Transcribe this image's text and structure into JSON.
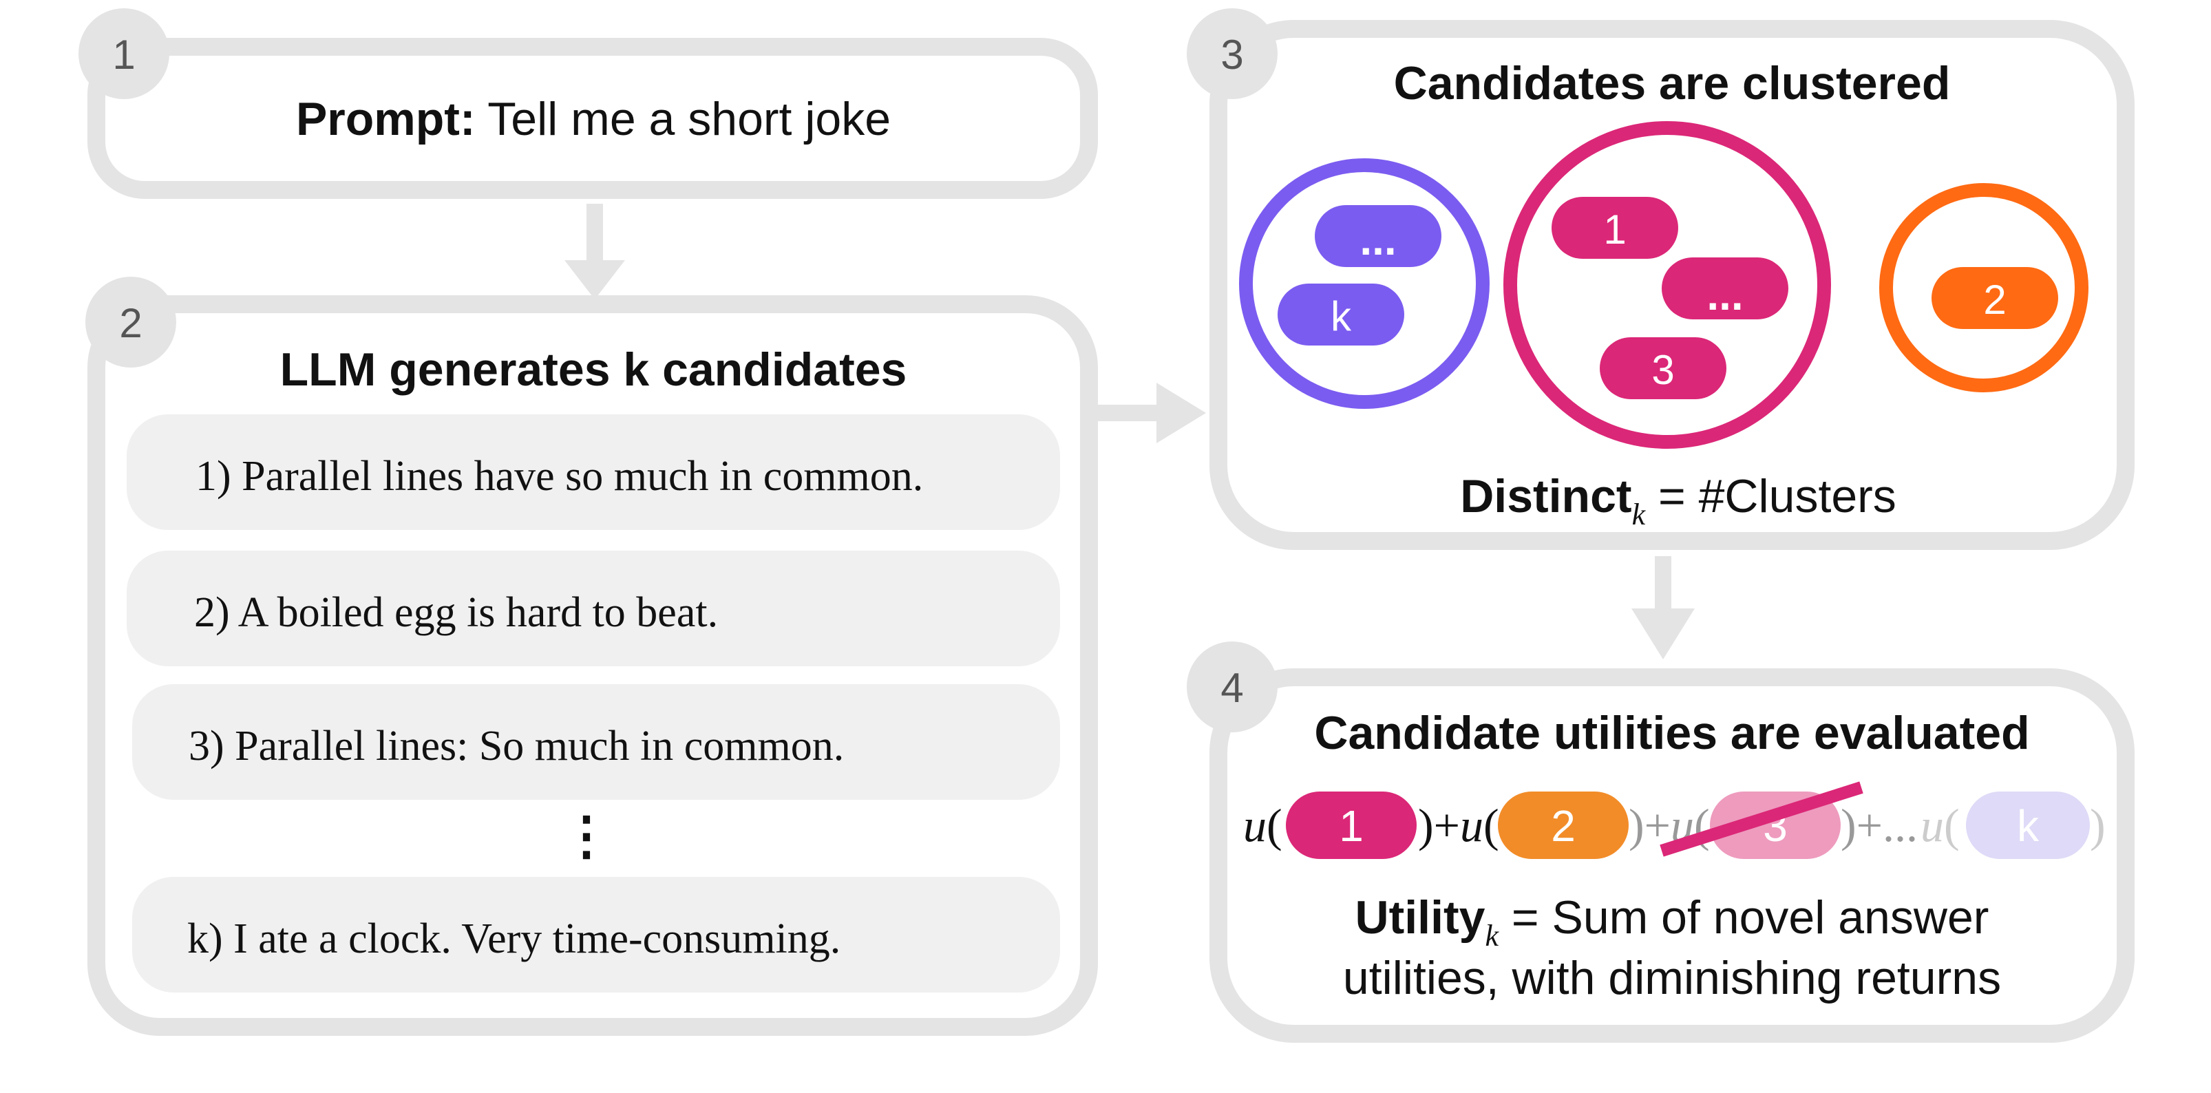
{
  "step_badges": [
    "1",
    "2",
    "3",
    "4"
  ],
  "panel1": {
    "prompt_label": "Prompt:",
    "prompt_text": " Tell me a short joke"
  },
  "panel2": {
    "title": "LLM generates k candidates",
    "candidates": [
      "1) Parallel lines have so much in common.",
      "2) A boiled egg is hard to beat.",
      "3) Parallel lines: So much in common.",
      "k) I ate a clock. Very time-consuming."
    ],
    "ellipsis": "⋮"
  },
  "panel3": {
    "title": "Candidates are clustered",
    "clusters": [
      {
        "color": "#7B5CF0",
        "items": [
          "...",
          "k"
        ]
      },
      {
        "color": "#DB2777",
        "items": [
          "1",
          "...",
          "3"
        ]
      },
      {
        "color": "#FF6A13",
        "items": [
          "2"
        ]
      }
    ],
    "metric_bold": "Distinct",
    "metric_sub": "k",
    "metric_rest": " = #Clusters"
  },
  "panel4": {
    "title": "Candidate utilities are evaluated",
    "formula": {
      "u": "u",
      "open": "(",
      "close": ")",
      "plus": "+",
      "ellipsis": "+...",
      "pills": [
        {
          "label": "1",
          "color": "#DB2777"
        },
        {
          "label": "2",
          "color": "#F28C28"
        },
        {
          "label": "3",
          "color": "#EE9BBE"
        },
        {
          "label": "k",
          "color": "#DEDAF7"
        }
      ],
      "strike_color": "#DB2777"
    },
    "metric_bold": "Utility",
    "metric_sub": "k",
    "metric_rest": " = Sum of novel answer",
    "metric_line2": "utilities, with diminishing returns"
  },
  "colors": {
    "panel_border": "#E4E4E4",
    "candidate_bg": "#F0F0F0",
    "badge_bg": "#E4E4E4",
    "badge_text": "#555555",
    "text": "#111111"
  }
}
